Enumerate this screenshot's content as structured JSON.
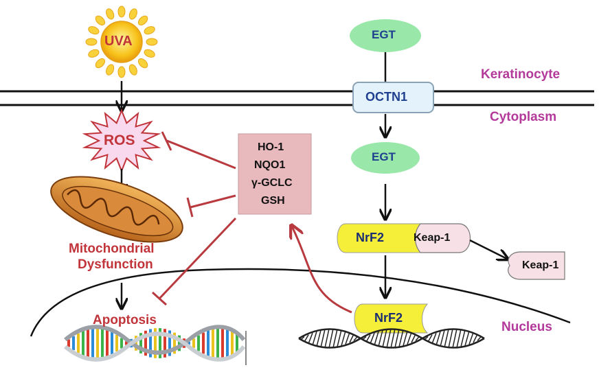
{
  "labels": {
    "uva": "UVA",
    "ros": "ROS",
    "mito_line1": "Mitochondrial",
    "mito_line2": "Dysfunction",
    "apoptosis": "Apoptosis",
    "egt_top": "EGT",
    "octn1": "OCTN1",
    "egt_mid": "EGT",
    "nrf2_complex": "NrF2",
    "keap1_complex": "Keap-1",
    "keap1_free": "Keap-1",
    "nrf2_nucleus": "NrF2",
    "keratinocyte": "Keratinocyte",
    "cytoplasm": "Cytoplasm",
    "nucleus": "Nucleus",
    "antioxidants": [
      "HO-1",
      "NQO1",
      "γ-GCLC",
      "GSH"
    ]
  },
  "colors": {
    "purple_text": "#b3399a",
    "red_text": "#c0343a",
    "inhibit_line": "#b83a3f",
    "egt_fill": "#99e8aa",
    "nrf2_fill": "#f5ef3a",
    "antioxidant_box": "#e8b9bd",
    "membrane": "#111111"
  },
  "icons": [
    "sun-icon",
    "burst-icon",
    "mitochondrion-icon",
    "dna-helix-icon"
  ]
}
